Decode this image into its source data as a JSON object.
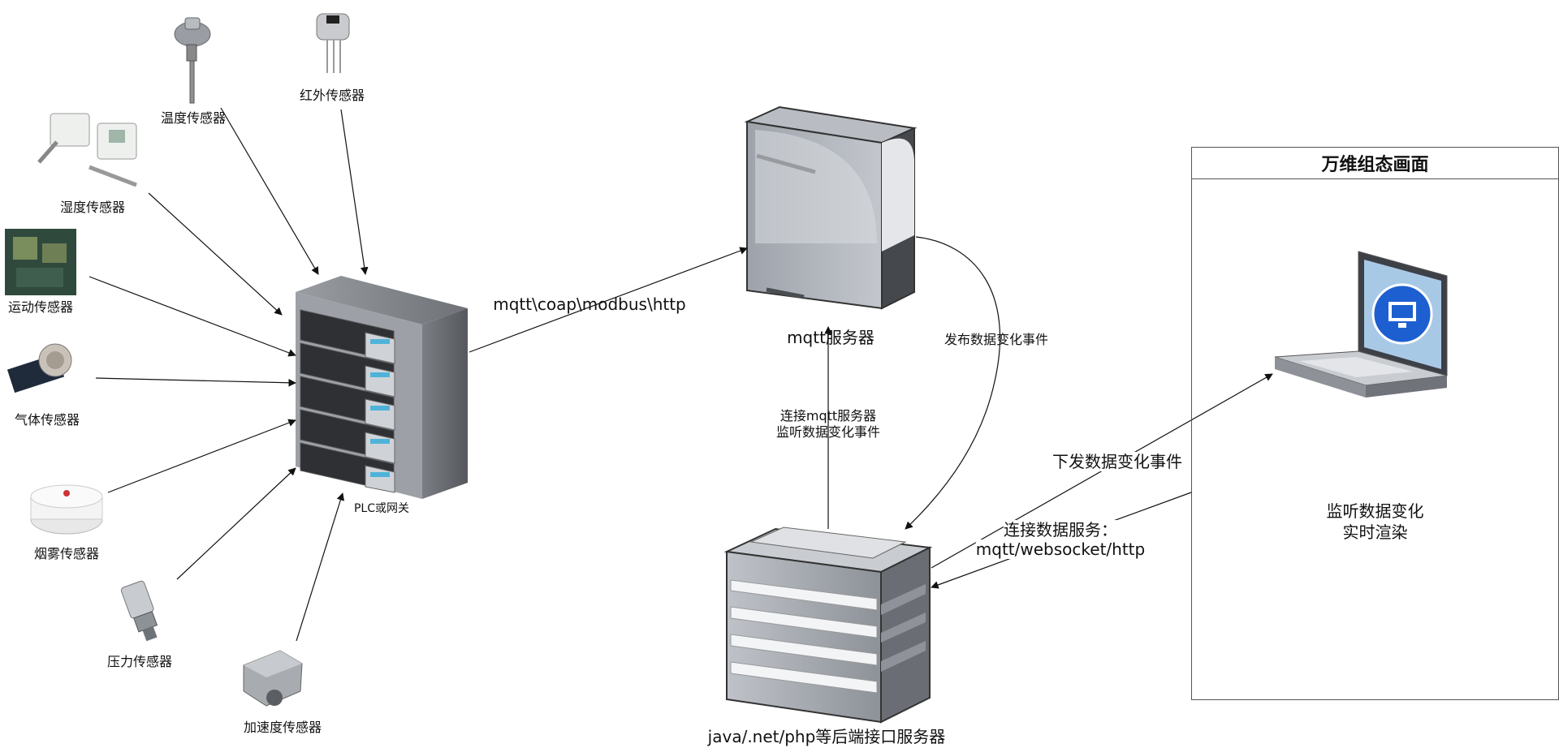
{
  "sensors": {
    "temperature": "温度传感器",
    "infrared": "红外传感器",
    "humidity": "湿度传感器",
    "motion": "运动传感器",
    "gas": "气体传感器",
    "smoke": "烟雾传感器",
    "pressure": "压力传感器",
    "acceleration": "加速度传感器"
  },
  "gateway": {
    "label": "PLC或网关"
  },
  "protocol_label": "mqtt\\coap\\modbus\\http",
  "mqtt_server": {
    "label": "mqtt服务器",
    "publish_label": "发布数据变化事件",
    "connect_line1": "连接mqtt服务器",
    "connect_line2": "监听数据变化事件"
  },
  "backend": {
    "label": "java/.net/php等后端接口服务器",
    "push_label": "下发数据变化事件",
    "connect_line1": "连接数据服务：",
    "connect_line2": "mqtt/websocket/http"
  },
  "panel": {
    "title": "万维组态画面",
    "line1": "监听数据变化",
    "line2": "实时渲染"
  }
}
